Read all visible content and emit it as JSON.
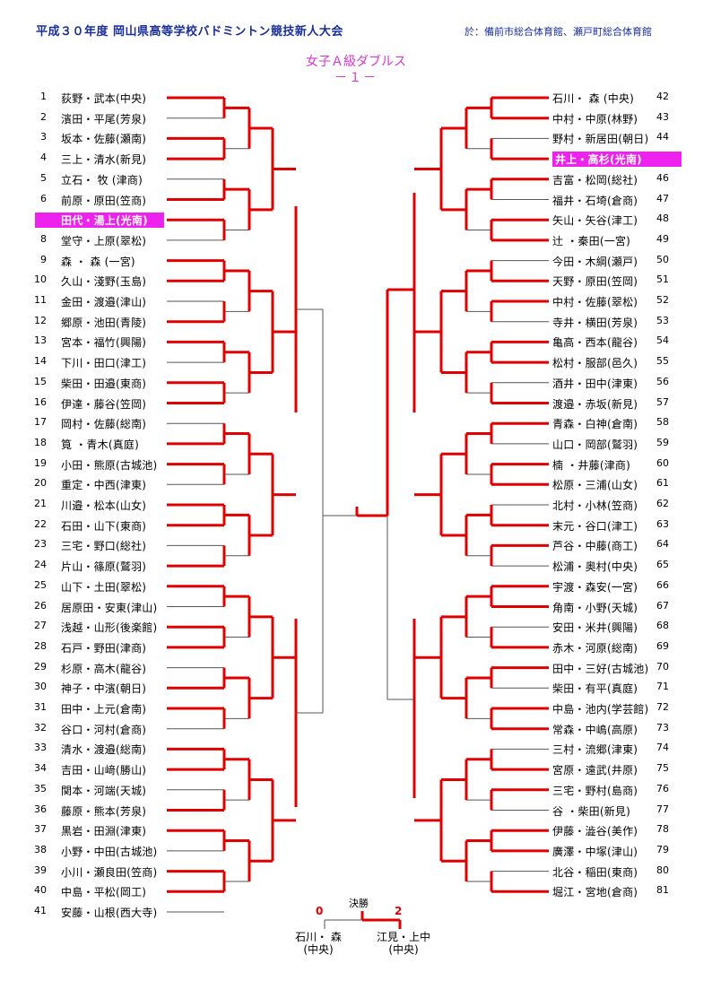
{
  "header": {
    "title": "平成３０年度 岡山県高等学校バドミントン競技新人大会",
    "venue": "於：備前市総合体育館、瀬戸町総合体育館",
    "category": "女子Ａ級ダブルス",
    "round": "－１－"
  },
  "colors": {
    "title": "#1a2f9c",
    "accent": "#d636d0",
    "winner_line": "#e00000",
    "highlight_bg": "#ee22ee"
  },
  "left_entries": [
    {
      "num": "1",
      "name": "荻野・武本(中央)",
      "highlight": false
    },
    {
      "num": "2",
      "name": "濱田・平尾(芳泉)",
      "highlight": false
    },
    {
      "num": "3",
      "name": "坂本・佐藤(瀬南)",
      "highlight": false
    },
    {
      "num": "4",
      "name": "三上・清水(新見)",
      "highlight": false
    },
    {
      "num": "5",
      "name": "立石・ 牧 (津商)",
      "highlight": false
    },
    {
      "num": "6",
      "name": "前原・原田(笠商)",
      "highlight": false
    },
    {
      "num": "7",
      "name": "田代・湯上(光南)",
      "highlight": true
    },
    {
      "num": "8",
      "name": "堂守・上原(翠松)",
      "highlight": false
    },
    {
      "num": "9",
      "name": "森 ・ 森 (一宮)",
      "highlight": false
    },
    {
      "num": "10",
      "name": "久山・淺野(玉島)",
      "highlight": false
    },
    {
      "num": "11",
      "name": "金田・渡邉(津山)",
      "highlight": false
    },
    {
      "num": "12",
      "name": "郷原・池田(青陵)",
      "highlight": false
    },
    {
      "num": "13",
      "name": "宮本・福竹(興陽)",
      "highlight": false
    },
    {
      "num": "14",
      "name": "下川・田口(津工)",
      "highlight": false
    },
    {
      "num": "15",
      "name": "柴田・田邉(東商)",
      "highlight": false
    },
    {
      "num": "16",
      "name": "伊達・藤谷(笠岡)",
      "highlight": false
    },
    {
      "num": "17",
      "name": "岡村・佐藤(総南)",
      "highlight": false
    },
    {
      "num": "18",
      "name": "筧 ・青木(真庭)",
      "highlight": false
    },
    {
      "num": "19",
      "name": "小田・熊原(古城池)",
      "highlight": false
    },
    {
      "num": "20",
      "name": "重定・中西(津東)",
      "highlight": false
    },
    {
      "num": "21",
      "name": "川邉・松本(山女)",
      "highlight": false
    },
    {
      "num": "22",
      "name": "石田・山下(東商)",
      "highlight": false
    },
    {
      "num": "23",
      "name": "三宅・野口(総社)",
      "highlight": false
    },
    {
      "num": "24",
      "name": "片山・篠原(鷲羽)",
      "highlight": false
    },
    {
      "num": "25",
      "name": "山下・土田(翠松)",
      "highlight": false
    },
    {
      "num": "26",
      "name": "居原田・安東(津山)",
      "highlight": false
    },
    {
      "num": "27",
      "name": "浅越・山形(後楽館)",
      "highlight": false
    },
    {
      "num": "28",
      "name": "石戸・野田(津商)",
      "highlight": false
    },
    {
      "num": "29",
      "name": "杉原・高木(龍谷)",
      "highlight": false
    },
    {
      "num": "30",
      "name": "神子・中濱(朝日)",
      "highlight": false
    },
    {
      "num": "31",
      "name": "田中・上元(倉南)",
      "highlight": false
    },
    {
      "num": "32",
      "name": "谷口・河村(倉商)",
      "highlight": false
    },
    {
      "num": "33",
      "name": "清水・渡邉(総南)",
      "highlight": false
    },
    {
      "num": "34",
      "name": "吉田・山﨑(勝山)",
      "highlight": false
    },
    {
      "num": "35",
      "name": "関本・河端(天城)",
      "highlight": false
    },
    {
      "num": "36",
      "name": "藤原・熊本(芳泉)",
      "highlight": false
    },
    {
      "num": "37",
      "name": "黒岩・田淵(津東)",
      "highlight": false
    },
    {
      "num": "38",
      "name": "小野・中田(古城池)",
      "highlight": false
    },
    {
      "num": "39",
      "name": "小川・瀬良田(笠商)",
      "highlight": false
    },
    {
      "num": "40",
      "name": "中島・平松(岡工)",
      "highlight": false
    },
    {
      "num": "41",
      "name": "安藤・山根(西大寺)",
      "highlight": false
    }
  ],
  "right_entries": [
    {
      "num": "42",
      "name": "石川・ 森 (中央)",
      "highlight": false
    },
    {
      "num": "43",
      "name": "中村・中原(林野)",
      "highlight": false
    },
    {
      "num": "44",
      "name": "野村・新居田(朝日)",
      "highlight": false
    },
    {
      "num": "45",
      "name": "井上・高杉(光南)",
      "highlight": true
    },
    {
      "num": "46",
      "name": "吉富・松岡(総社)",
      "highlight": false
    },
    {
      "num": "47",
      "name": "福井・石埼(倉商)",
      "highlight": false
    },
    {
      "num": "48",
      "name": "矢山・矢谷(津工)",
      "highlight": false
    },
    {
      "num": "49",
      "name": "辻  ・秦田(一宮)",
      "highlight": false
    },
    {
      "num": "50",
      "name": "今田・木綱(瀬戸)",
      "highlight": false
    },
    {
      "num": "51",
      "name": "天野・原田(笠岡)",
      "highlight": false
    },
    {
      "num": "52",
      "name": "中村・佐藤(翠松)",
      "highlight": false
    },
    {
      "num": "53",
      "name": "寺井・横田(芳泉)",
      "highlight": false
    },
    {
      "num": "54",
      "name": "亀高・西本(龍谷)",
      "highlight": false
    },
    {
      "num": "55",
      "name": "松村・服部(邑久)",
      "highlight": false
    },
    {
      "num": "56",
      "name": "酒井・田中(津東)",
      "highlight": false
    },
    {
      "num": "57",
      "name": "渡邉・赤坂(新見)",
      "highlight": false
    },
    {
      "num": "58",
      "name": "青森・白神(倉南)",
      "highlight": false
    },
    {
      "num": "59",
      "name": "山口・岡部(鷲羽)",
      "highlight": false
    },
    {
      "num": "60",
      "name": "楠  ・井藤(津商)",
      "highlight": false
    },
    {
      "num": "61",
      "name": "松原・三浦(山女)",
      "highlight": false
    },
    {
      "num": "62",
      "name": "北村・小林(笠商)",
      "highlight": false
    },
    {
      "num": "63",
      "name": "末元・谷口(津工)",
      "highlight": false
    },
    {
      "num": "64",
      "name": "芦谷・中藤(商工)",
      "highlight": false
    },
    {
      "num": "65",
      "name": "松浦・奥村(中央)",
      "highlight": false
    },
    {
      "num": "66",
      "name": "宇渡・森安(一宮)",
      "highlight": false
    },
    {
      "num": "67",
      "name": "角南・小野(天城)",
      "highlight": false
    },
    {
      "num": "68",
      "name": "安田・米井(興陽)",
      "highlight": false
    },
    {
      "num": "69",
      "name": "赤木・河原(総南)",
      "highlight": false
    },
    {
      "num": "70",
      "name": "田中・三好(古城池)",
      "highlight": false
    },
    {
      "num": "71",
      "name": "柴田・有平(真庭)",
      "highlight": false
    },
    {
      "num": "72",
      "name": "中島・池内(学芸館)",
      "highlight": false
    },
    {
      "num": "73",
      "name": "常森・中嶋(高原)",
      "highlight": false
    },
    {
      "num": "74",
      "name": "三村・流郷(津東)",
      "highlight": false
    },
    {
      "num": "75",
      "name": "宮原・遠武(井原)",
      "highlight": false
    },
    {
      "num": "76",
      "name": "三宅・野村(島商)",
      "highlight": false
    },
    {
      "num": "77",
      "name": "谷 ・柴田(新見)",
      "highlight": false
    },
    {
      "num": "78",
      "name": "伊藤・澁谷(美作)",
      "highlight": false
    },
    {
      "num": "79",
      "name": "廣澤・中塚(津山)",
      "highlight": false
    },
    {
      "num": "80",
      "name": "北谷・稲田(東商)",
      "highlight": false
    },
    {
      "num": "81",
      "name": "堀江・宮地(倉商)",
      "highlight": false
    }
  ],
  "final": {
    "label": "決勝",
    "left_score": "0",
    "right_score": "2",
    "left_team_names": "石川・ 森",
    "left_team_school": "(中央)",
    "right_team_names": "江見・上中",
    "right_team_school": "(中央)"
  }
}
